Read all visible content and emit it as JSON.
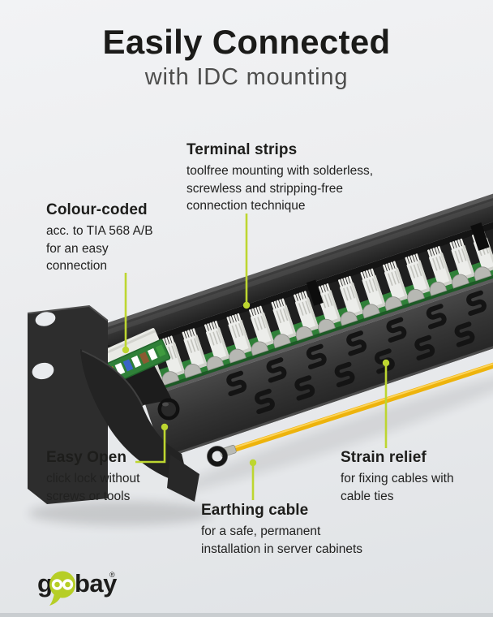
{
  "header": {
    "title": "Easily Connected",
    "subtitle": "with IDC mounting"
  },
  "callouts": {
    "terminal_strips": {
      "heading": "Terminal strips",
      "lines": [
        "toolfree mounting with solderless,",
        "screwless and stripping-free",
        "connection technique"
      ]
    },
    "colour_coded": {
      "heading": "Colour-coded",
      "lines": [
        "acc. to TIA 568 A/B",
        "for an easy",
        "connection"
      ]
    },
    "easy_open": {
      "heading": "Easy Open",
      "lines": [
        "click lock without",
        "screws or tools"
      ]
    },
    "strain_relief": {
      "heading": "Strain relief",
      "lines": [
        "for fixing cables with",
        "cable ties"
      ]
    },
    "earthing_cable": {
      "heading": "Earthing cable",
      "lines": [
        "for a safe, permanent",
        "installation in server cabinets"
      ]
    }
  },
  "logo": {
    "prefix": "g",
    "suffix": "bay",
    "registered": "®"
  },
  "colors": {
    "accent_green": "#bdd630",
    "logo_green": "#b6ce26",
    "cable_yellow": "#edb30c",
    "panel_dark": "#2c2c2c",
    "pcb_green": "#2f8038",
    "title_text": "#1b1b19",
    "subtitle_text": "#4e4e4d",
    "background_top": "#f1f2f4",
    "background_bottom": "#e0e3e6"
  }
}
